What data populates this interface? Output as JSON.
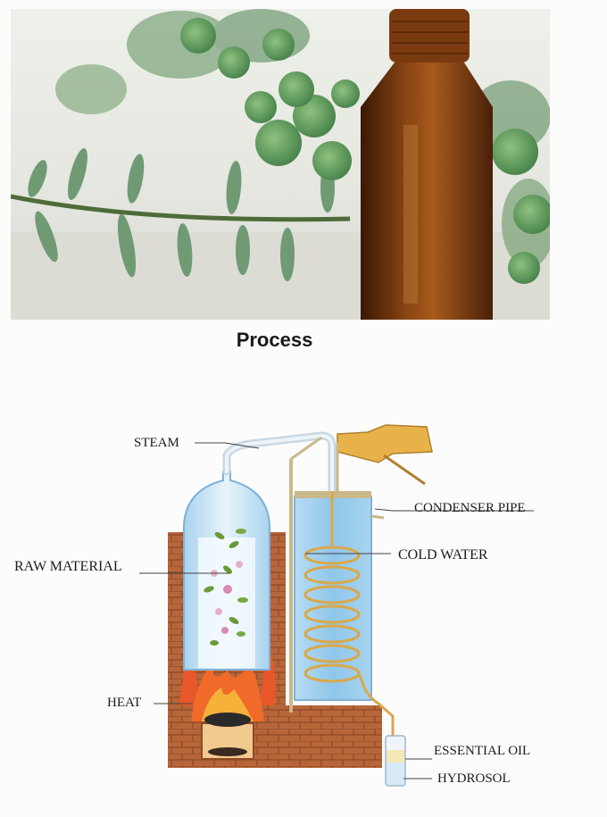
{
  "title": "Process",
  "icons": {
    "photo": "eucalyptus-bottle-photo",
    "diagram": "steam-distillation-apparatus"
  },
  "labels": {
    "steam": "STEAM",
    "condenser_pipe": "CONDENSER PIPE",
    "raw_material": "RAW MATERIAL",
    "cold_water": "COLD WATER",
    "heat": "HEAT",
    "essential_oil": "ESSENTIAL OIL",
    "hydrosol": "HYDROSOL"
  },
  "colors": {
    "brick": "#b7663a",
    "water": "#9ccdec",
    "flame": "#e8572a",
    "bottle": "#7a3a10"
  }
}
